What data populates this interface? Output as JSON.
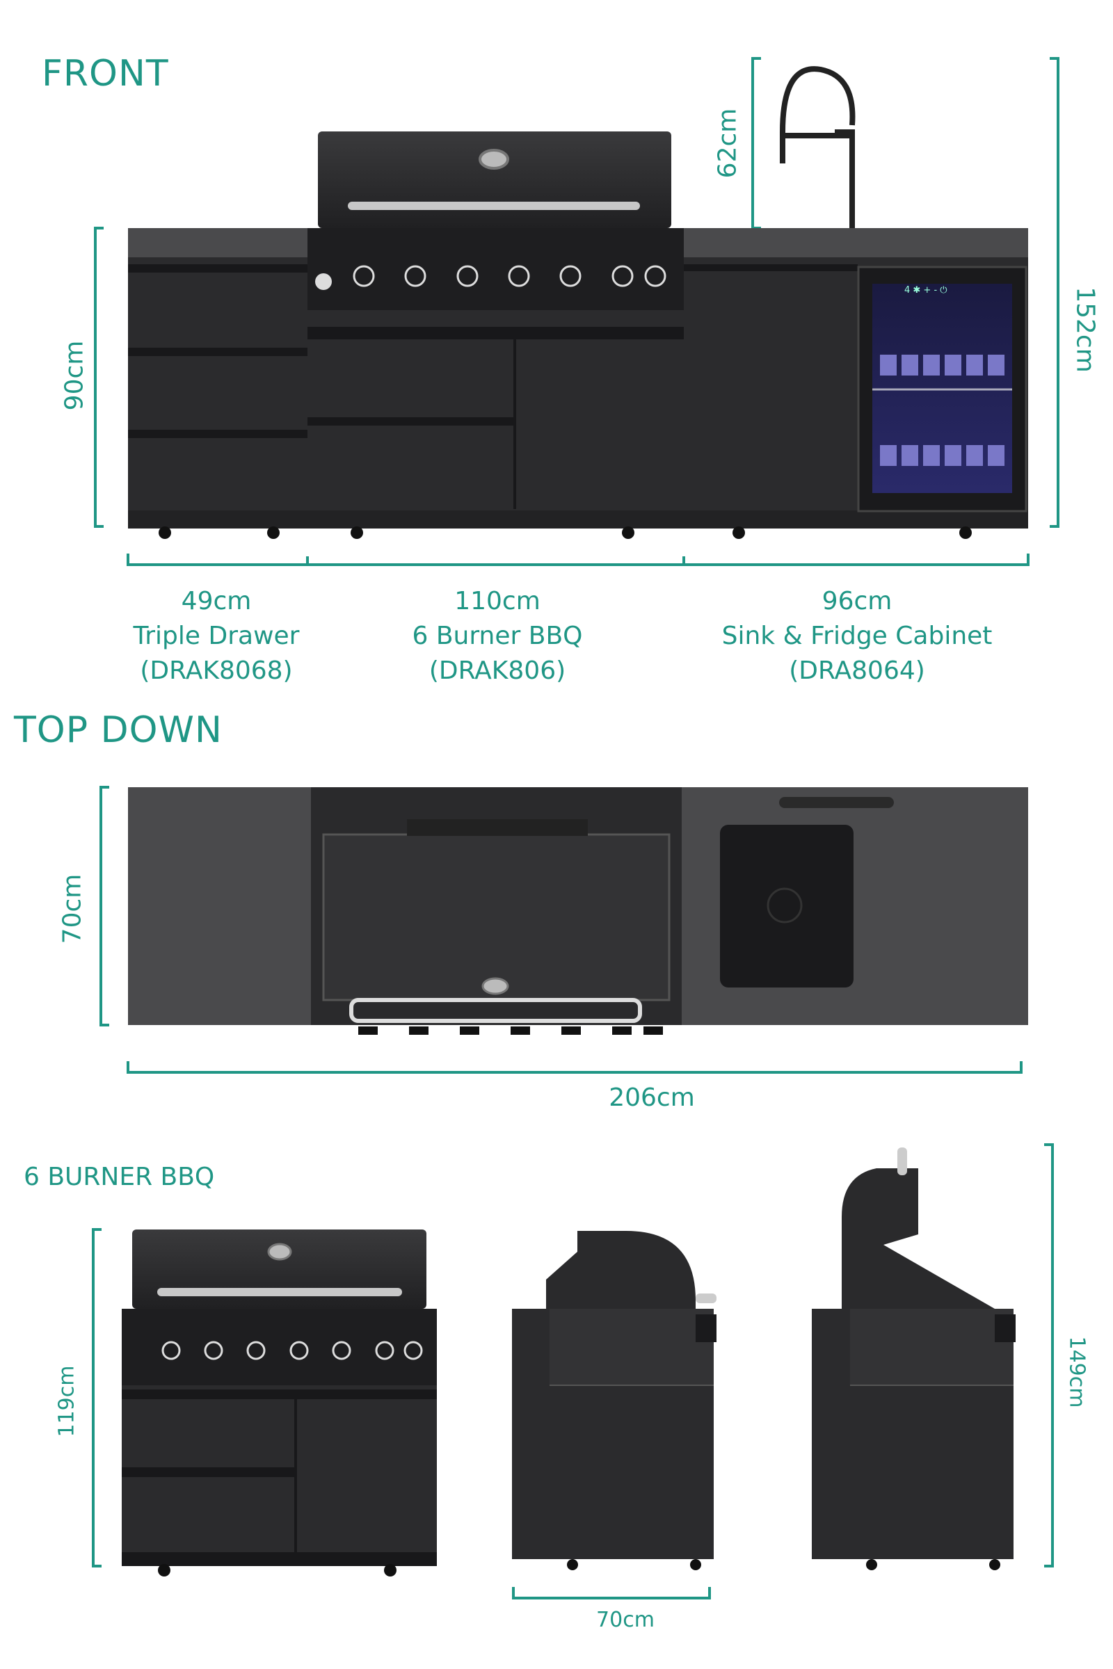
{
  "colors": {
    "accent": "#1f9685",
    "unit": "#2b2b2d",
    "counter": "#4a4a4c",
    "steel": "#c8c8c8"
  },
  "front": {
    "title": "FRONT",
    "height_left": "90cm",
    "tap_height": "62cm",
    "total_height": "152cm",
    "fridge_display": "4 ✱ + - ⏻",
    "modules": [
      {
        "width": "49cm",
        "name": "Triple Drawer",
        "code": "(DRAK8068)"
      },
      {
        "width": "110cm",
        "name": "6 Burner BBQ",
        "code": "(DRAK806)"
      },
      {
        "width": "96cm",
        "name": "Sink & Fridge Cabinet",
        "code": "(DRA8064)"
      }
    ]
  },
  "top_down": {
    "title": "TOP DOWN",
    "depth": "70cm",
    "total_width": "206cm"
  },
  "bbq": {
    "title": "6 BURNER BBQ",
    "front_height": "119cm",
    "side_depth": "70cm",
    "lid_open_height": "149cm"
  }
}
